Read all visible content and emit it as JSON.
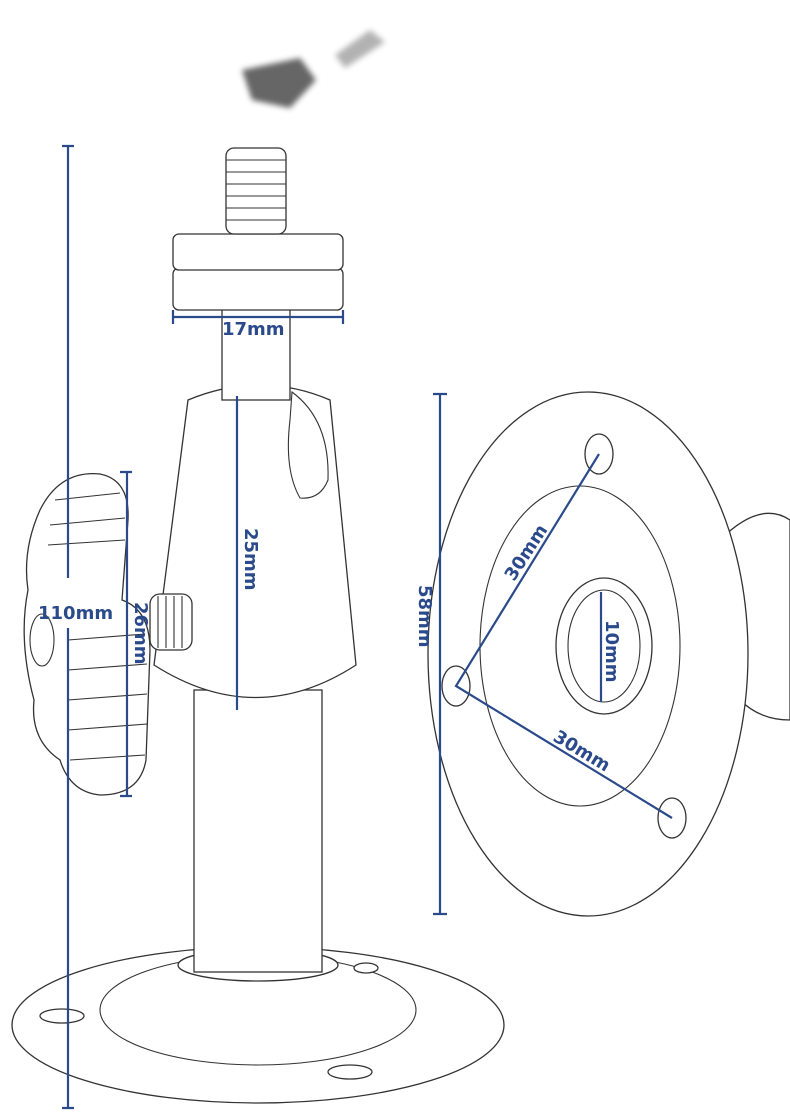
{
  "title": "Camera wall mount bracket dimensions",
  "colors": {
    "dimension": "#2b4a8b",
    "outline": "#333333"
  },
  "dimensions": {
    "total_height": "110mm",
    "top_plate_width": "17mm",
    "joint_height": "25mm",
    "knob_height": "26mm",
    "base_diameter": "58mm",
    "hole_spacing_a": "30mm",
    "hole_spacing_b": "30mm",
    "center_hole": "10mm"
  }
}
